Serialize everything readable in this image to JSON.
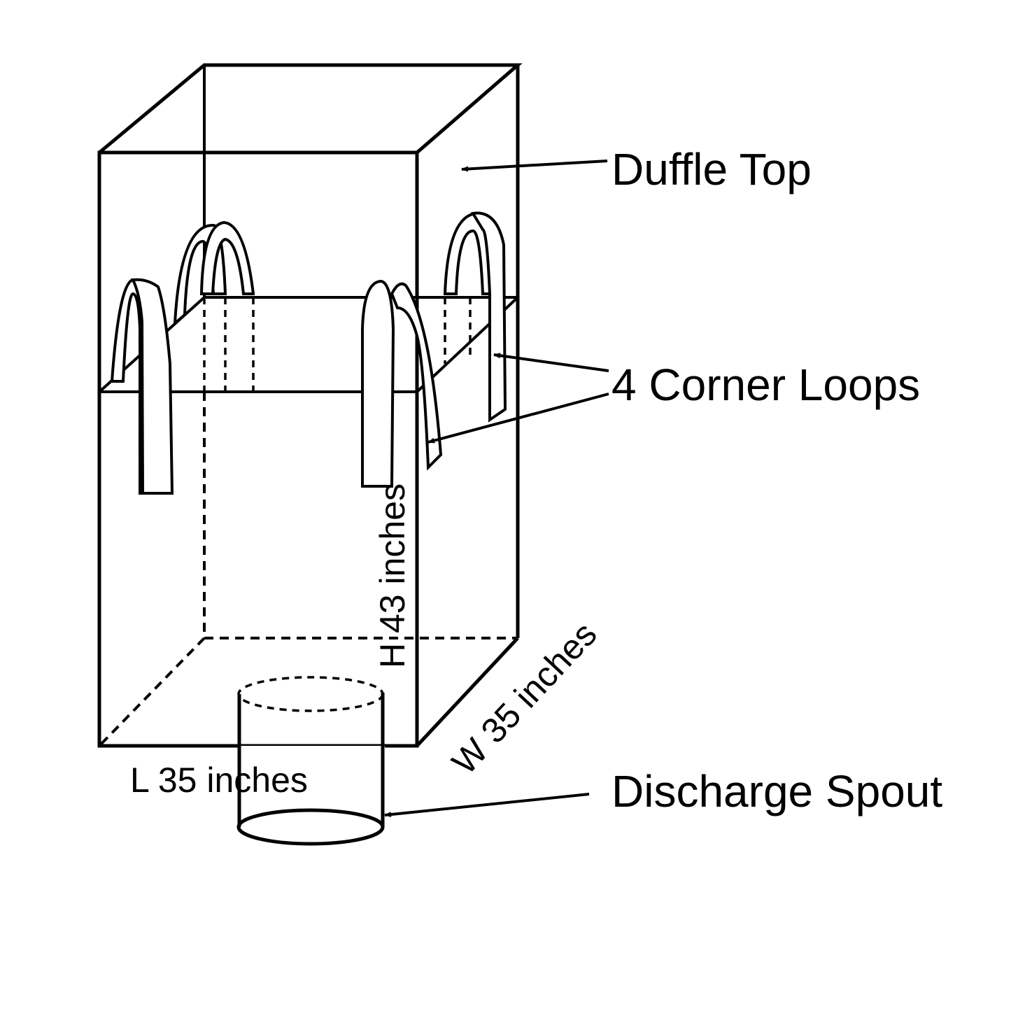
{
  "callouts": {
    "duffle_top": "Duffle Top",
    "corner_loops": "4 Corner Loops",
    "discharge_spout": "Discharge Spout"
  },
  "dimensions": {
    "height": "H 43 inches",
    "width": "W 35 inches",
    "length": "L 35 inches"
  },
  "colors": {
    "line": "#000000",
    "background": "#ffffff"
  }
}
